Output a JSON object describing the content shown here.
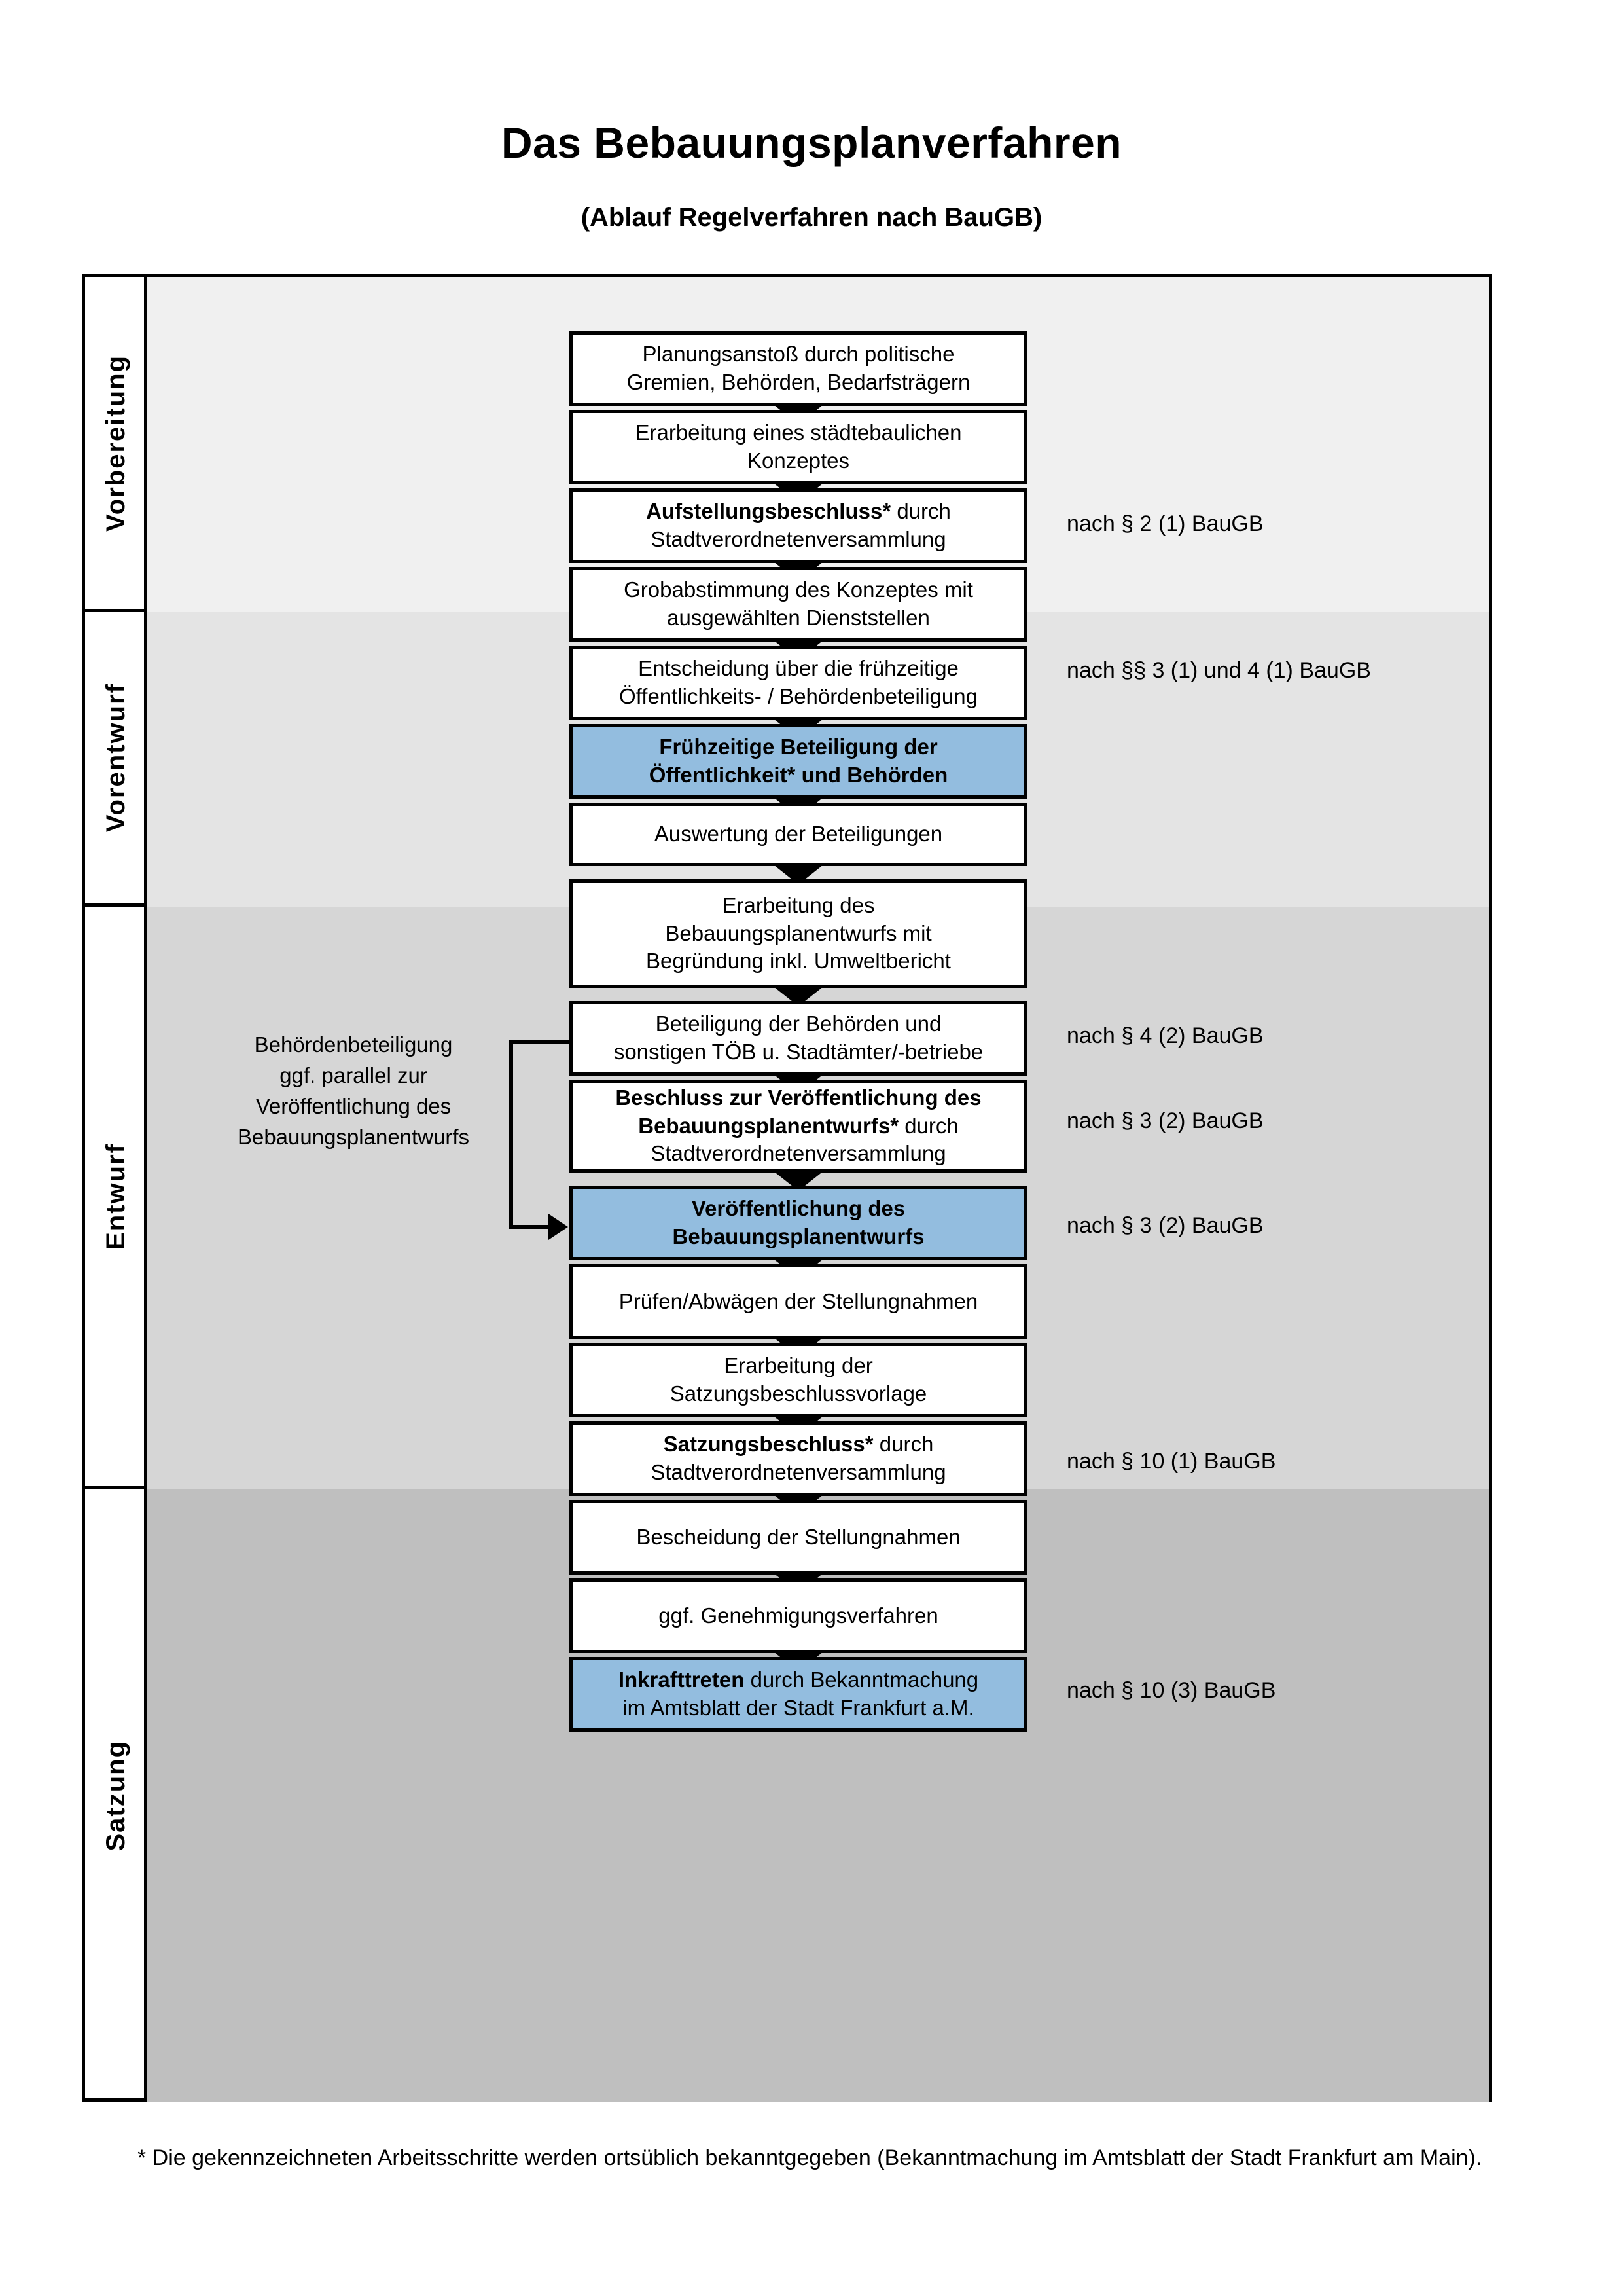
{
  "header": {
    "title": "Das Bebauungsplanverfahren",
    "subtitle": "(Ablauf Regelverfahren nach BauGB)"
  },
  "phases": [
    {
      "label": "Vorbereitung",
      "band_color": "#f0f0f0"
    },
    {
      "label": "Vorentwurf",
      "band_color": "#e4e4e4"
    },
    {
      "label": "Entwurf",
      "band_color": "#d6d6d6"
    },
    {
      "label": "Satzung",
      "band_color": "#bfbfbf"
    }
  ],
  "steps": [
    {
      "id": "planungsanstoss",
      "line1": "Planungsanstoß durch politische",
      "line2": "Gremien, Behörden, Bedarfsträgern",
      "bold1": "",
      "highlight": false
    },
    {
      "id": "konzept",
      "line1": "Erarbeitung eines städtebaulichen",
      "line2": "Konzeptes",
      "bold1": "",
      "highlight": false
    },
    {
      "id": "aufstellungsbeschluss",
      "bold1": "Aufstellungsbeschluss*",
      "rest1": " durch",
      "line2": "Stadtverordnetenversammlung",
      "highlight": false
    },
    {
      "id": "grobabstimmung",
      "line1": "Grobabstimmung des Konzeptes mit",
      "line2": "ausgewählten Dienststellen",
      "bold1": "",
      "highlight": false
    },
    {
      "id": "entscheidung",
      "line1": "Entscheidung über die frühzeitige",
      "line2": "Öffentlichkeits- / Behördenbeteiligung",
      "bold1": "",
      "highlight": false
    },
    {
      "id": "fruehzeitige-beteiligung",
      "bold1": "Frühzeitige Beteiligung der",
      "bold2": "Öffentlichkeit* und Behörden",
      "highlight": true
    },
    {
      "id": "auswertung",
      "line1": "Auswertung der Beteiligungen",
      "bold1": "",
      "highlight": false
    },
    {
      "id": "erarbeitung-entwurf",
      "line1": "Erarbeitung des",
      "line2": "Bebauungsplanentwurfs mit",
      "line3": "Begründung inkl. Umweltbericht",
      "bold1": "",
      "highlight": false
    },
    {
      "id": "beteiligung-behoerden",
      "line1": "Beteiligung der Behörden und",
      "line2": "sonstigen TÖB u. Stadtämter/-betriebe",
      "bold1": "",
      "highlight": false
    },
    {
      "id": "beschluss-veroeffentlichung",
      "bold1": "Beschluss zur Veröffentlichung des",
      "bold2": "Bebauungsplanentwurfs*",
      "rest2": " durch",
      "line3": "Stadtverordnetenversammlung",
      "highlight": false
    },
    {
      "id": "veroeffentlichung",
      "bold1": "Veröffentlichung des",
      "bold2": "Bebauungsplanentwurfs",
      "highlight": true
    },
    {
      "id": "pruefen-abwaegen",
      "line1": "Prüfen/Abwägen der Stellungnahmen",
      "bold1": "",
      "highlight": false
    },
    {
      "id": "satzungsbeschlussvorlage",
      "line1": "Erarbeitung der",
      "line2": "Satzungsbeschlussvorlage",
      "bold1": "",
      "highlight": false
    },
    {
      "id": "satzungsbeschluss",
      "bold1": "Satzungsbeschluss*",
      "rest1": " durch",
      "line2": "Stadtverordnetenversammlung",
      "highlight": false
    },
    {
      "id": "bescheidung",
      "line1": "Bescheidung der Stellungnahmen",
      "bold1": "",
      "highlight": false
    },
    {
      "id": "genehmigungsverfahren",
      "line1": "ggf. Genehmigungsverfahren",
      "bold1": "",
      "highlight": false
    },
    {
      "id": "inkrafttreten",
      "bold1": "Inkrafttreten",
      "rest1": " durch Bekanntmachung",
      "line2": "im Amtsblatt der Stadt Frankfurt a.M.",
      "highlight": true
    }
  ],
  "legal_refs": [
    {
      "id": "ref-2-1",
      "text": "nach § 2 (1) BauGB"
    },
    {
      "id": "ref-3-1-4-1",
      "text": "nach §§ 3 (1) und 4 (1) BauGB"
    },
    {
      "id": "ref-4-2",
      "text": "nach § 4 (2) BauGB"
    },
    {
      "id": "ref-3-2-a",
      "text": "nach § 3 (2) BauGB"
    },
    {
      "id": "ref-3-2-b",
      "text": "nach § 3 (2) BauGB"
    },
    {
      "id": "ref-10-1",
      "text": "nach § 10 (1) BauGB"
    },
    {
      "id": "ref-10-3",
      "text": "nach § 10 (3) BauGB"
    }
  ],
  "side_note": {
    "line1": "Behördenbeteiligung",
    "line2": "ggf. parallel zur",
    "line3": "Veröffentlichung des",
    "line4": "Bebauungsplanentwurfs"
  },
  "footnote": {
    "text": "* Die gekennzeichneten Arbeitsschritte werden ortsüblich bekanntgegeben (Bekanntmachung im Amtsblatt  der Stadt Frankfurt am Main)."
  },
  "colors": {
    "highlight_blue": "#93bddf",
    "line_black": "#000000"
  }
}
